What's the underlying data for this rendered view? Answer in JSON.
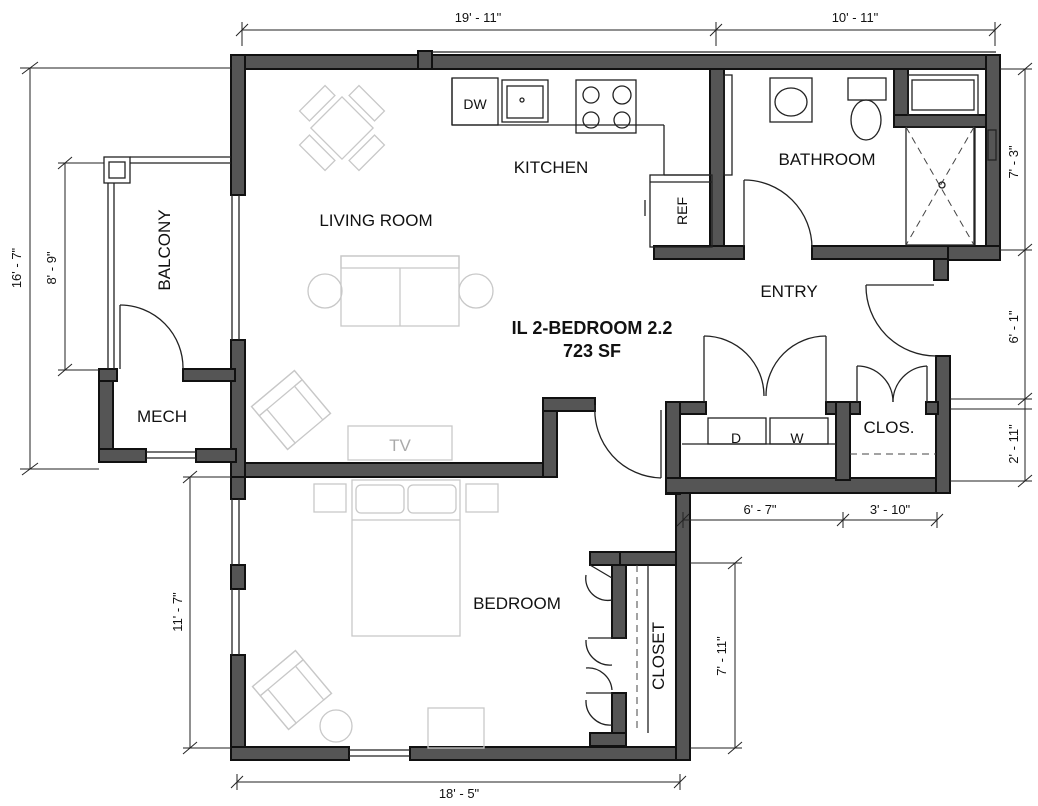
{
  "plan": {
    "title_line1": "IL 2-BEDROOM 2.2",
    "title_line2": "723 SF"
  },
  "rooms": {
    "living_room": "LIVING ROOM",
    "kitchen": "KITCHEN",
    "bathroom": "BATHROOM",
    "balcony": "BALCONY",
    "entry": "ENTRY",
    "mech": "MECH",
    "closet_small": "CLOS.",
    "bedroom": "BEDROOM",
    "closet": "CLOSET"
  },
  "fixtures": {
    "dishwasher": "DW",
    "refrigerator": "REF",
    "tv": "TV",
    "dryer": "D",
    "washer": "W"
  },
  "dimensions": {
    "top_left": "19' - 11\"",
    "top_right": "10' - 11\"",
    "left_overall": "16' - 7\"",
    "balcony_height": "8' - 9\"",
    "bedroom_height": "11' - 7\"",
    "bottom": "18' - 5\"",
    "right_bath": "7' - 3\"",
    "right_entry": "6' - 1\"",
    "right_clos": "2' - 11\"",
    "laundry_width": "6' - 7\"",
    "clos_width": "3' - 10\"",
    "closet_height": "7' - 11\""
  }
}
